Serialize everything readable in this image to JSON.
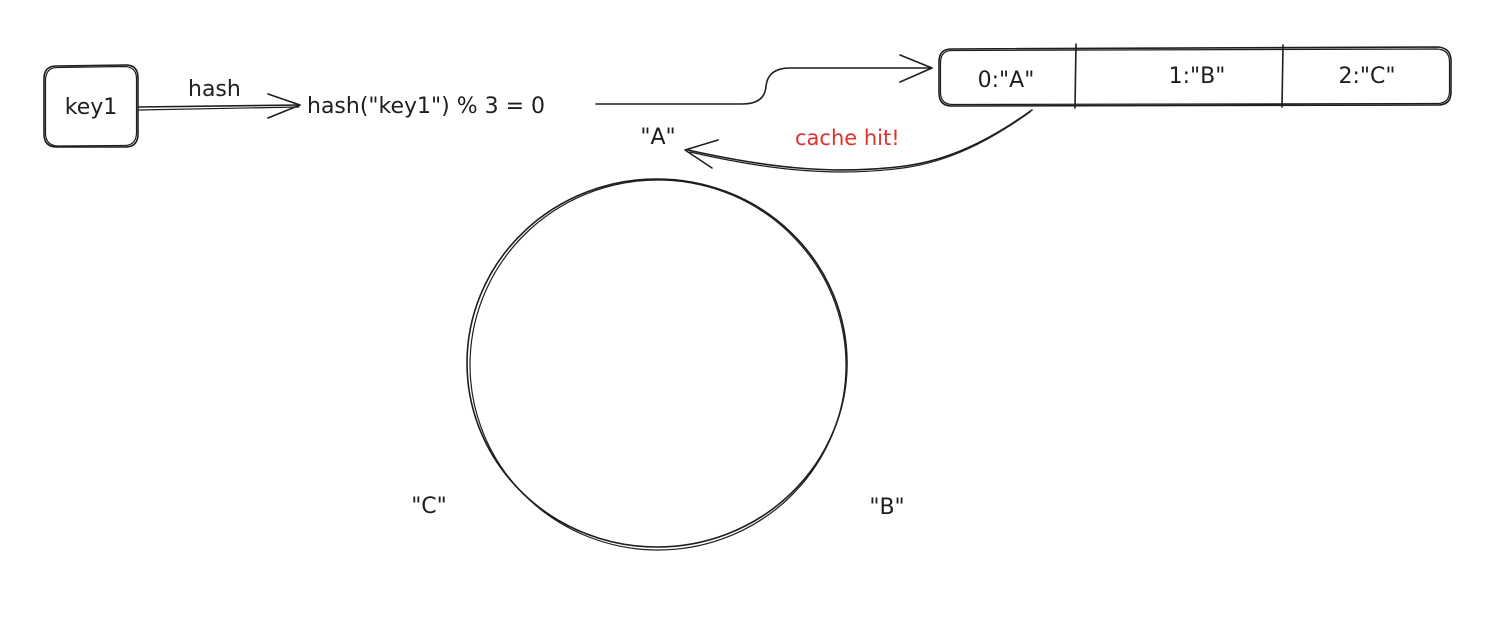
{
  "key_box": {
    "label": "key1"
  },
  "hash_arrow": {
    "label": "hash"
  },
  "hash_expression": "hash(\"key1\") % 3 = 0",
  "table": {
    "cells": [
      {
        "label": "0:\"A\""
      },
      {
        "label": "1:\"B\""
      },
      {
        "label": "2:\"C\""
      }
    ]
  },
  "return_arrow": {
    "label": "cache hit!",
    "color": "#e03131"
  },
  "ring": {
    "nodes": [
      {
        "label": "\"A\""
      },
      {
        "label": "\"B\""
      },
      {
        "label": "\"C\""
      }
    ]
  }
}
